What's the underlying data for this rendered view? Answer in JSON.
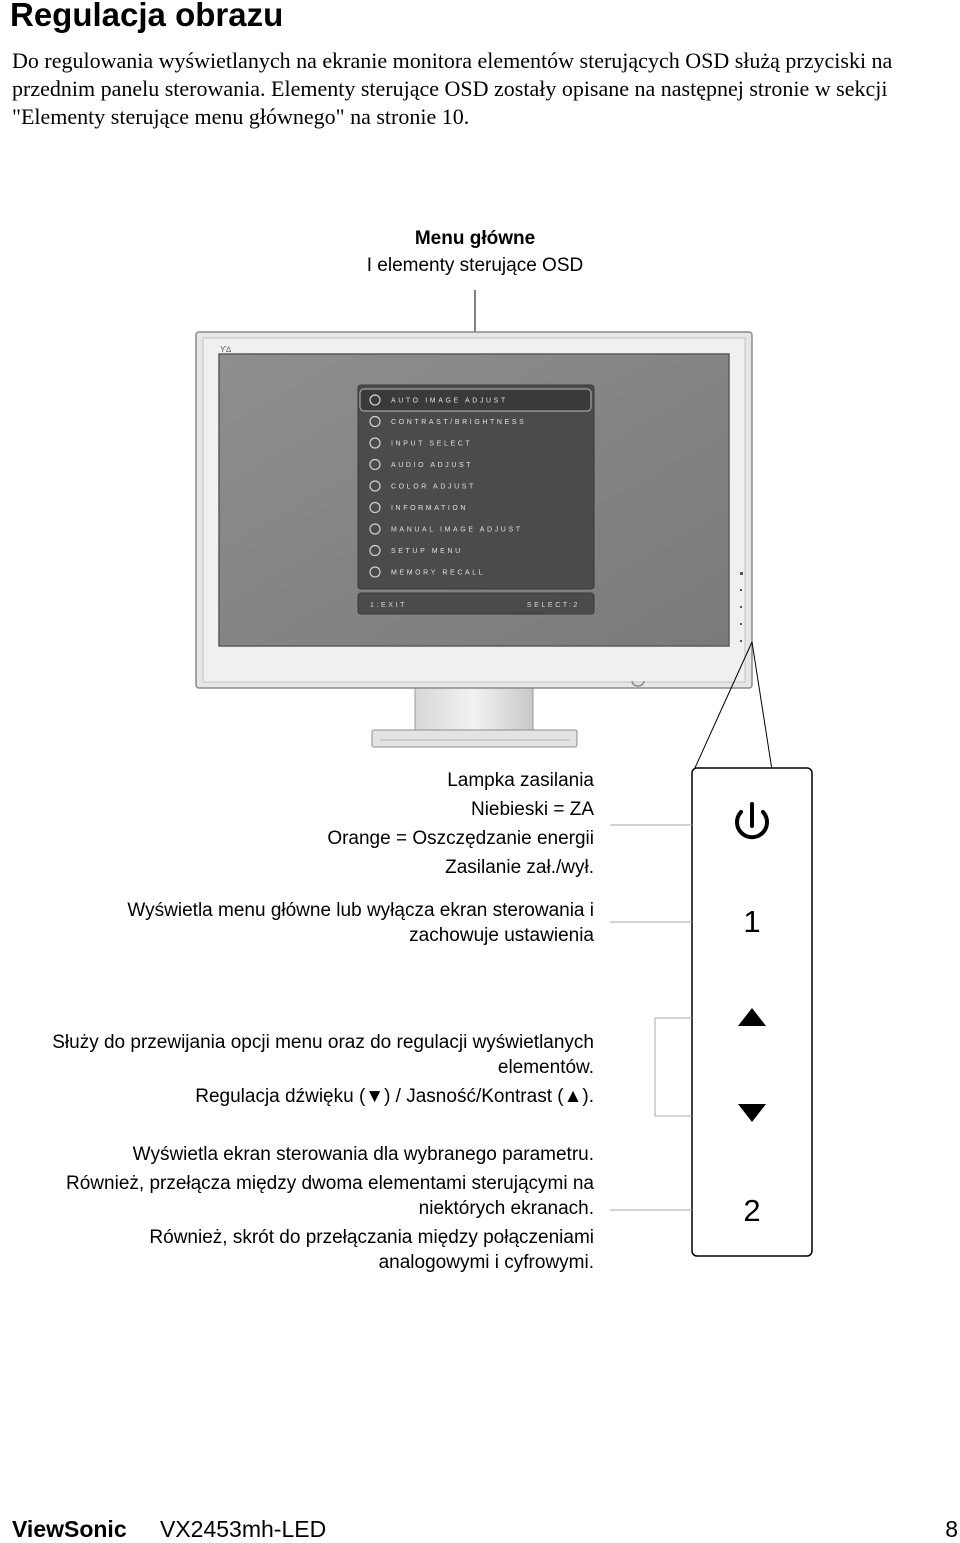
{
  "page": {
    "title": "Regulacja obrazu",
    "intro": "Do regulowania wyświetlanych na ekranie monitora elementów sterujących OSD służą przyciski na przednim panelu sterowania. Elementy sterujące OSD zostały opisane na następnej stronie w sekcji \"Elementy sterujące menu głównego\" na stronie 10."
  },
  "callout": {
    "title": "Menu główne",
    "subtitle": "I elementy sterujące OSD"
  },
  "osd": {
    "items": [
      {
        "label": "AUTO IMAGE ADJUST",
        "icon": "auto-adjust-icon"
      },
      {
        "label": "CONTRAST/BRIGHTNESS",
        "icon": "contrast-icon"
      },
      {
        "label": "INPUT SELECT",
        "icon": "input-icon"
      },
      {
        "label": "AUDIO ADJUST",
        "icon": "audio-icon"
      },
      {
        "label": "COLOR ADJUST",
        "icon": "color-icon"
      },
      {
        "label": "INFORMATION",
        "icon": "info-icon"
      },
      {
        "label": "MANUAL IMAGE ADJUST",
        "icon": "manual-icon"
      },
      {
        "label": "SETUP MENU",
        "icon": "setup-icon"
      },
      {
        "label": "MEMORY RECALL",
        "icon": "recall-icon"
      }
    ],
    "footer_left": "1:EXIT",
    "footer_right": "SELECT:2"
  },
  "labels": {
    "power": [
      "Lampka zasilania",
      "Niebieski = ZA",
      "Orange = Oszczędzanie energii",
      "Zasilanie zał./wył."
    ],
    "button1": [
      "Wyświetla menu główne lub wyłącza ekran sterowania i",
      "zachowuje ustawienia"
    ],
    "arrows": [
      "Służy do przewijania opcji menu oraz do regulacji wyświetlanych",
      "elementów.",
      "Regulacja dźwięku (▼) / Jasność/Kontrast  (▲)."
    ],
    "button2": [
      "Wyświetla ekran sterowania dla wybranego parametru.",
      "Również, przełącza między dwoma elementami sterującymi na",
      "niektórych ekranach.",
      "Również, skrót do przełączania między połączeniami",
      "analogowymi i cyfrowymi."
    ]
  },
  "panel": {
    "button1": "1",
    "button2": "2"
  },
  "footer": {
    "brand": "ViewSonic",
    "model": "VX2453mh-LED",
    "page_number": "8"
  }
}
